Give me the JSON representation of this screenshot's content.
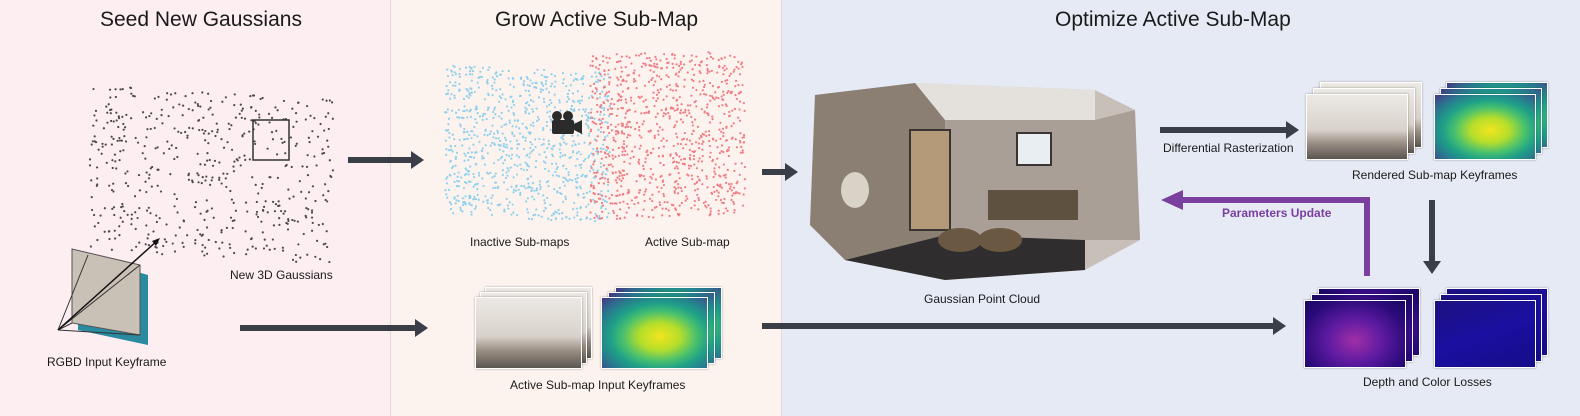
{
  "panels": {
    "seed": {
      "title": "Seed New Gaussians"
    },
    "grow": {
      "title": "Grow Active Sub-Map"
    },
    "optimize": {
      "title": "Optimize Active Sub-Map"
    }
  },
  "labels": {
    "new_gaussians": "New 3D Gaussians",
    "rgbd_input": "RGBD Input Keyframe",
    "inactive_submaps": "Inactive Sub-maps",
    "active_submap": "Active Sub-map",
    "active_input_keyframes": "Active Sub-map Input Keyframes",
    "point_cloud": "Gaussian Point Cloud",
    "diff_raster": "Differential Rasterization",
    "rendered_keyframes": "Rendered Sub-map Keyframes",
    "params_update": "Parameters Update",
    "losses": "Depth and Color Losses"
  },
  "colors": {
    "seed_bg": "#fdeef2",
    "grow_bg": "#fdf3ee",
    "optimize_bg": "#e6eaf5",
    "arrow": "#3a3f47",
    "update_arrow": "#7b3fa0",
    "inactive_points": "#8fd0ee",
    "active_points": "#ef7d85"
  }
}
